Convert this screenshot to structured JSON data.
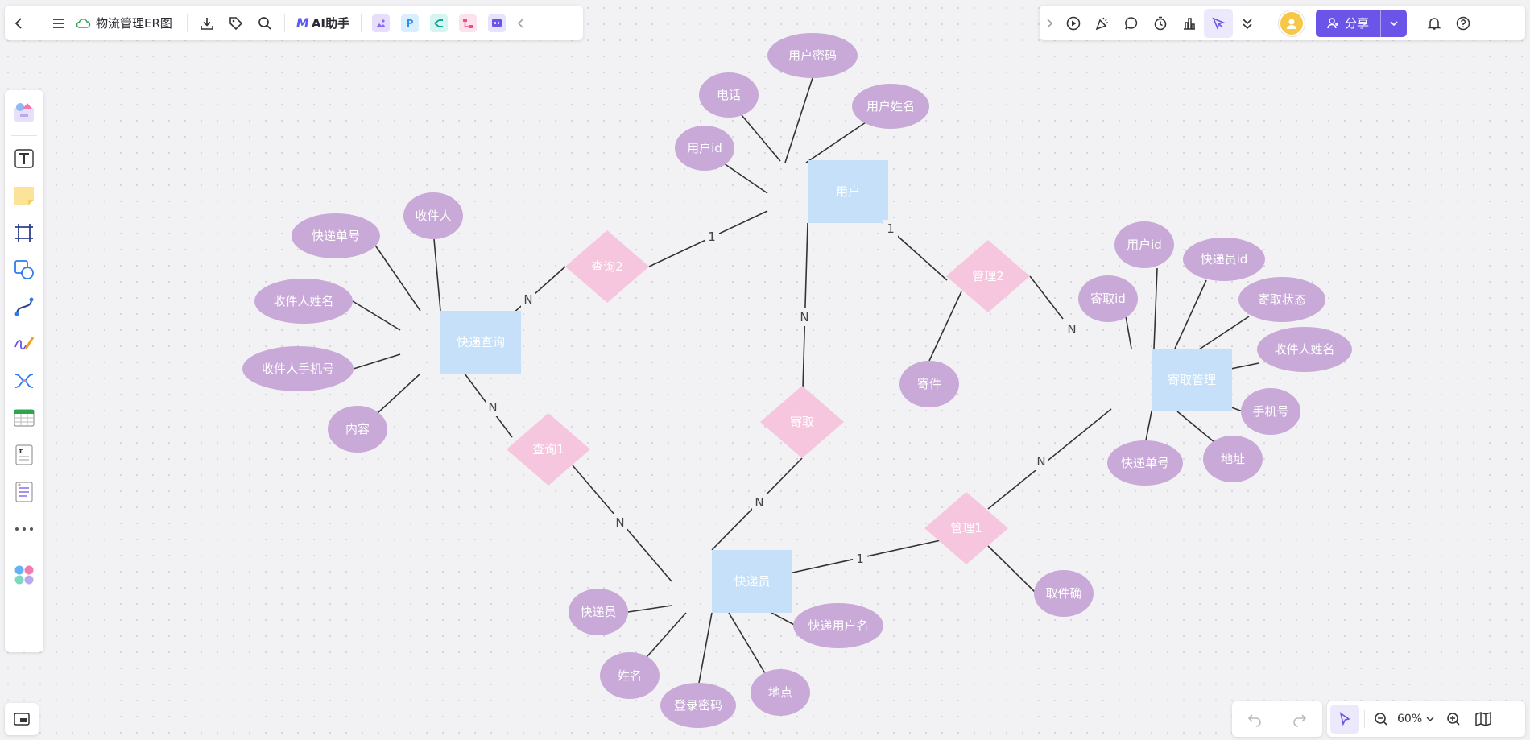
{
  "toolbar": {
    "doc_title": "物流管理ER图",
    "ai_label": "AI助手",
    "share_label": "分享",
    "zoom_level": "60%"
  },
  "icons": {
    "back": "chevron-left-icon",
    "menu": "menu-icon",
    "cloud": "cloud-sync-icon",
    "download": "download-icon",
    "tag": "tag-icon",
    "search": "search-icon"
  },
  "colors": {
    "entity_fill": "#c5e0f8",
    "attribute_fill": "#c8a9d7",
    "relationship_fill": "#f5c6dd",
    "line": "#333333",
    "accent": "#6b55e8"
  },
  "diagram": {
    "entities": [
      {
        "id": "user",
        "label": "用户"
      },
      {
        "id": "query",
        "label": "快递查询"
      },
      {
        "id": "mgmt",
        "label": "寄取管理"
      },
      {
        "id": "courier",
        "label": "快递员"
      }
    ],
    "relationships": [
      {
        "id": "q2",
        "label": "查询2"
      },
      {
        "id": "q1",
        "label": "查询1"
      },
      {
        "id": "m2",
        "label": "管理2"
      },
      {
        "id": "send",
        "label": "寄取"
      },
      {
        "id": "m1",
        "label": "管理1"
      }
    ],
    "attributes": [
      {
        "id": "a1",
        "label": "用户密码"
      },
      {
        "id": "a2",
        "label": "电话"
      },
      {
        "id": "a3",
        "label": "用户姓名"
      },
      {
        "id": "a4",
        "label": "用户id"
      },
      {
        "id": "a5",
        "label": "收件人"
      },
      {
        "id": "a6",
        "label": "快递单号"
      },
      {
        "id": "a7",
        "label": "收件人姓名"
      },
      {
        "id": "a8",
        "label": "收件人手机号"
      },
      {
        "id": "a9",
        "label": "内容"
      },
      {
        "id": "a10",
        "label": "寄件"
      },
      {
        "id": "a11",
        "label": "用户id"
      },
      {
        "id": "a12",
        "label": "快递员id"
      },
      {
        "id": "a13",
        "label": "寄取id"
      },
      {
        "id": "a14",
        "label": "寄取状态"
      },
      {
        "id": "a15",
        "label": "收件人姓名"
      },
      {
        "id": "a16",
        "label": "手机号"
      },
      {
        "id": "a17",
        "label": "地址"
      },
      {
        "id": "a18",
        "label": "快递单号"
      },
      {
        "id": "a19",
        "label": "取件确"
      },
      {
        "id": "a20",
        "label": "快递员"
      },
      {
        "id": "a21",
        "label": "快递用户名"
      },
      {
        "id": "a22",
        "label": "姓名"
      },
      {
        "id": "a23",
        "label": "登录密码"
      },
      {
        "id": "a24",
        "label": "地点"
      }
    ],
    "cardinalities": [
      {
        "id": "c1",
        "label": "1"
      },
      {
        "id": "c2",
        "label": "N"
      },
      {
        "id": "c3",
        "label": "1"
      },
      {
        "id": "c4",
        "label": "N"
      },
      {
        "id": "c5",
        "label": "N"
      },
      {
        "id": "c6",
        "label": "N"
      },
      {
        "id": "c7",
        "label": "N"
      },
      {
        "id": "c8",
        "label": "N"
      },
      {
        "id": "c9",
        "label": "1"
      },
      {
        "id": "c10",
        "label": "N"
      },
      {
        "id": "c11",
        "label": "N"
      }
    ]
  }
}
